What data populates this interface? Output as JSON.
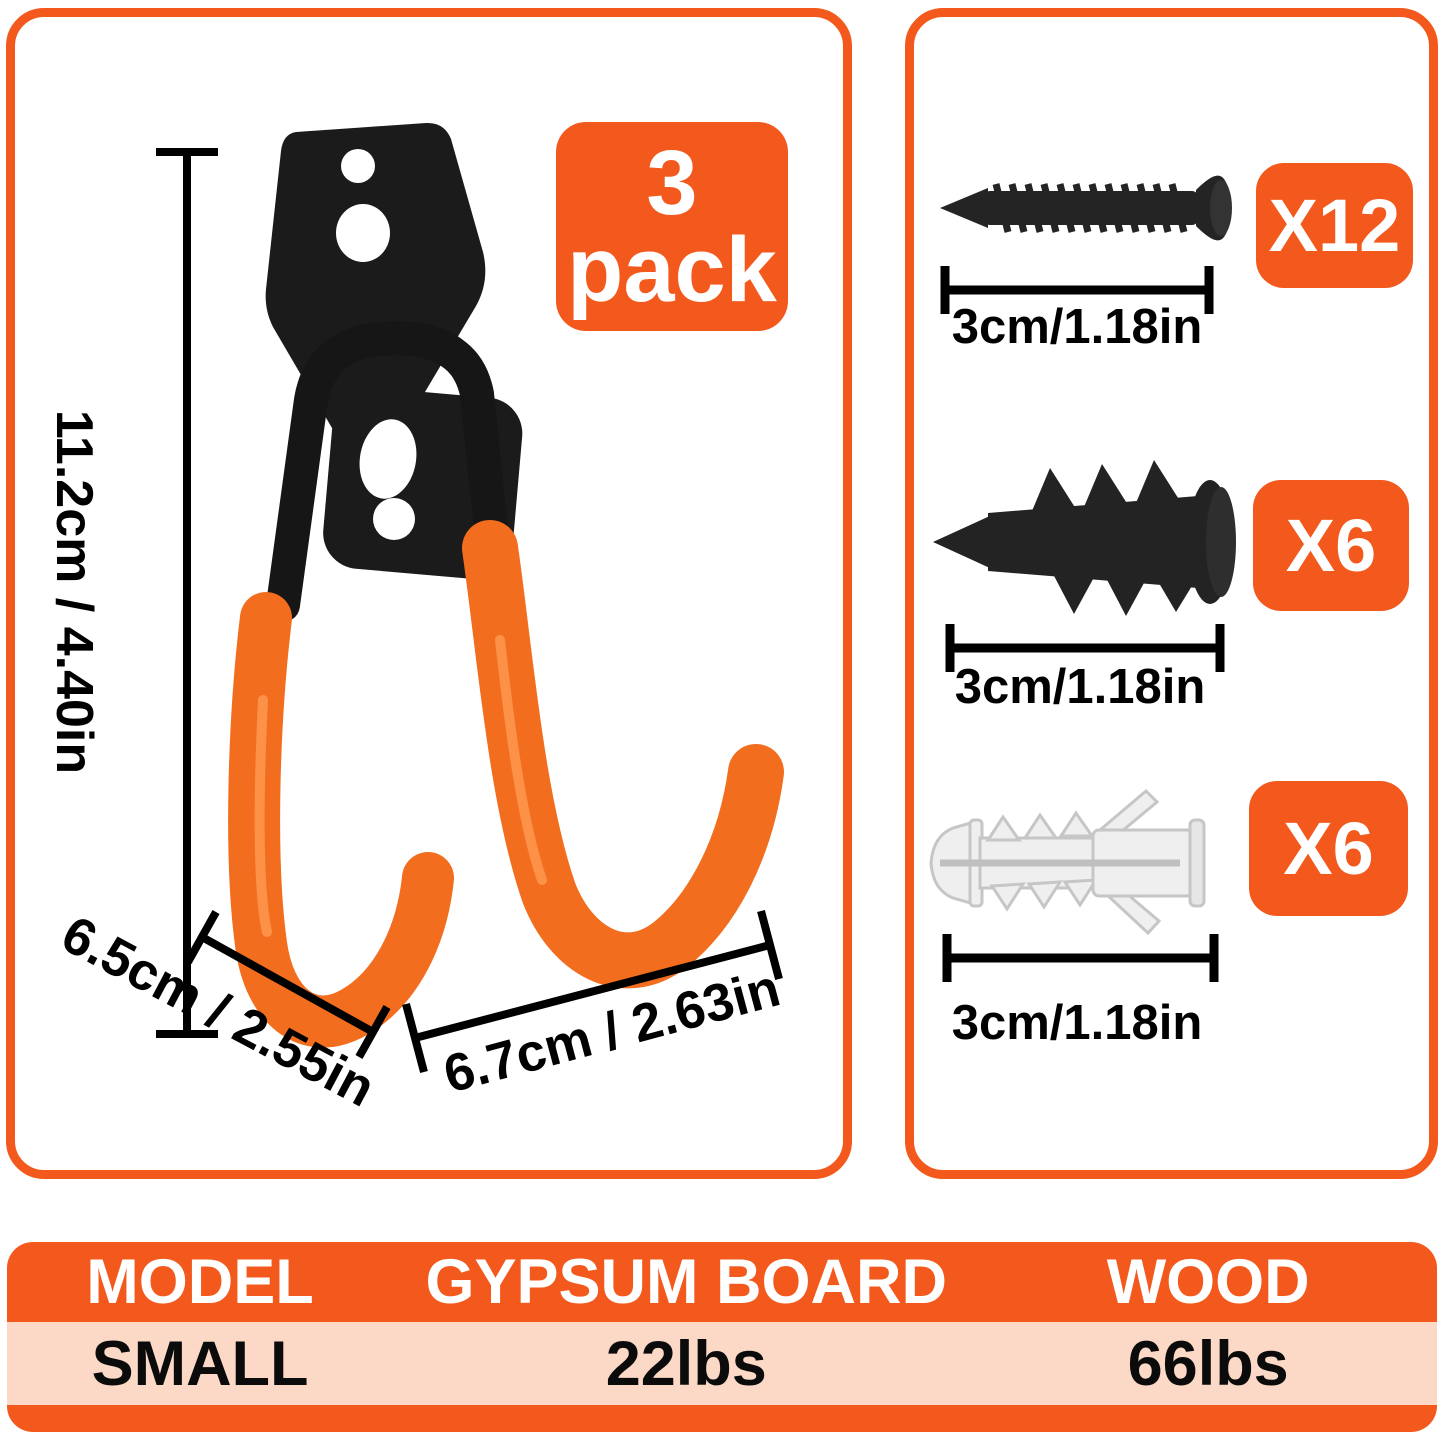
{
  "colors": {
    "accent": "#F3591D",
    "table_row_bg": "#FBD9C6",
    "hook_sleeve": "#F26E1E",
    "metal_black": "#1b1b1b",
    "anchor_white": "#EFEFEF"
  },
  "left_panel": {
    "pack_badge_line1": "3",
    "pack_badge_line2": "pack",
    "dim_height": "11.2cm / 4.40in",
    "dim_depth": "6.5cm / 2.55in",
    "dim_width": "6.7cm / 2.63in"
  },
  "right_panel": {
    "items": [
      {
        "icon": "screw",
        "qty": "X12",
        "length": "3cm/1.18in"
      },
      {
        "icon": "drywall-anchor",
        "qty": "X6",
        "length": "3cm/1.18in"
      },
      {
        "icon": "expansion-anchor",
        "qty": "X6",
        "length": "3cm/1.18in"
      }
    ]
  },
  "spec_table": {
    "headers": [
      "MODEL",
      "GYPSUM BOARD",
      "WOOD"
    ],
    "row": [
      "SMALL",
      "22lbs",
      "66lbs"
    ]
  }
}
